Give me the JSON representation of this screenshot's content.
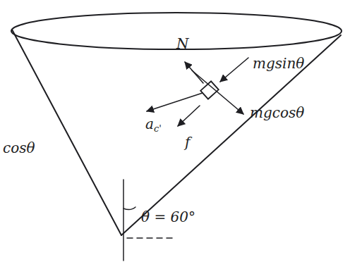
{
  "diagram": {
    "labels": [
      "N",
      "mgsinθ",
      "mgcosθ",
      "a",
      "c'",
      "f",
      "θ = 60°",
      "cosθ"
    ]
  }
}
